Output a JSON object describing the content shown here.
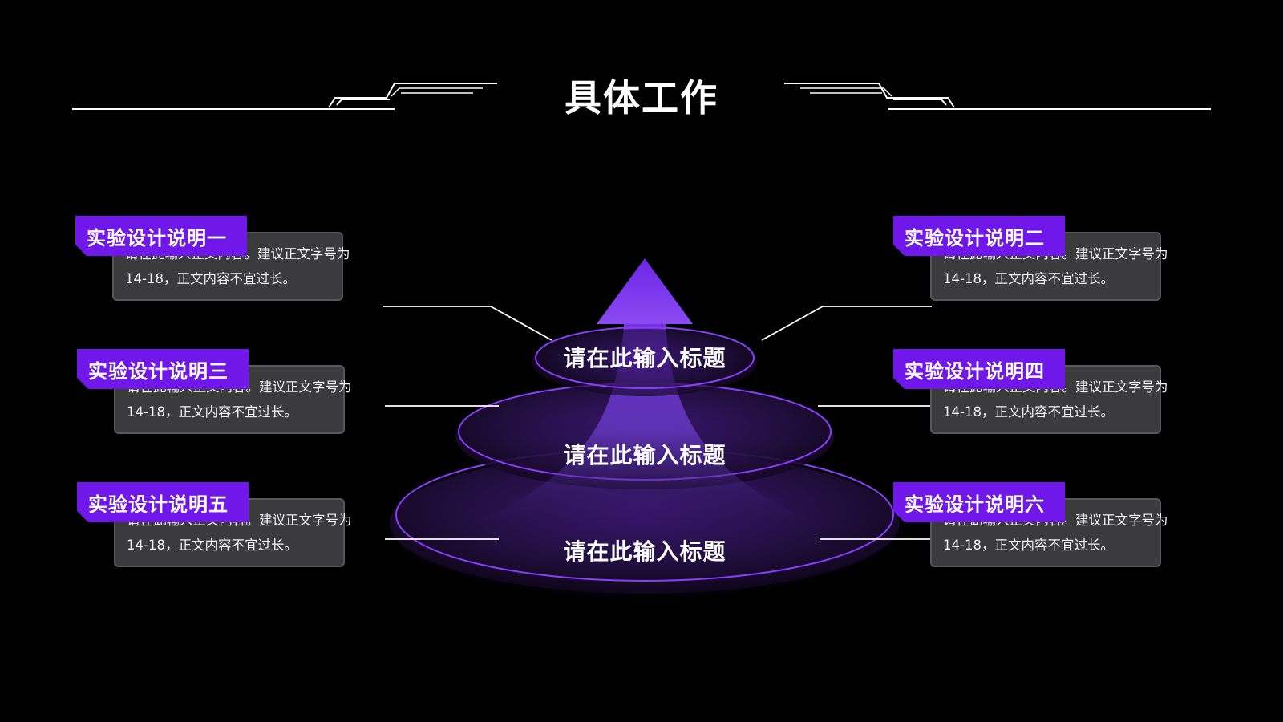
{
  "page": {
    "title": "具体工作",
    "accent_color": "#7018ea"
  },
  "cards": [
    {
      "tag": "实验设计说明一",
      "line1": "请在此输入正文内容。建议正文字号为",
      "line2": "14-18，正文内容不宜过长。"
    },
    {
      "tag": "实验设计说明二",
      "line1": "请在此输入正文内容。建议正文字号为",
      "line2": "14-18，正文内容不宜过长。"
    },
    {
      "tag": "实验设计说明三",
      "line1": "请在此输入正文内容。建议正文字号为",
      "line2": "14-18，正文内容不宜过长。"
    },
    {
      "tag": "实验设计说明四",
      "line1": "请在此输入正文内容。建议正文字号为",
      "line2": "14-18，正文内容不宜过长。"
    },
    {
      "tag": "实验设计说明五",
      "line1": "请在此输入正文内容。建议正文字号为",
      "line2": "14-18，正文内容不宜过长。"
    },
    {
      "tag": "实验设计说明六",
      "line1": "请在此输入正文内容。建议正文字号为",
      "line2": "14-18，正文内容不宜过长。"
    }
  ],
  "layers": [
    {
      "title": "请在此输入标题"
    },
    {
      "title": "请在此输入标题"
    },
    {
      "title": "请在此输入标题"
    }
  ]
}
